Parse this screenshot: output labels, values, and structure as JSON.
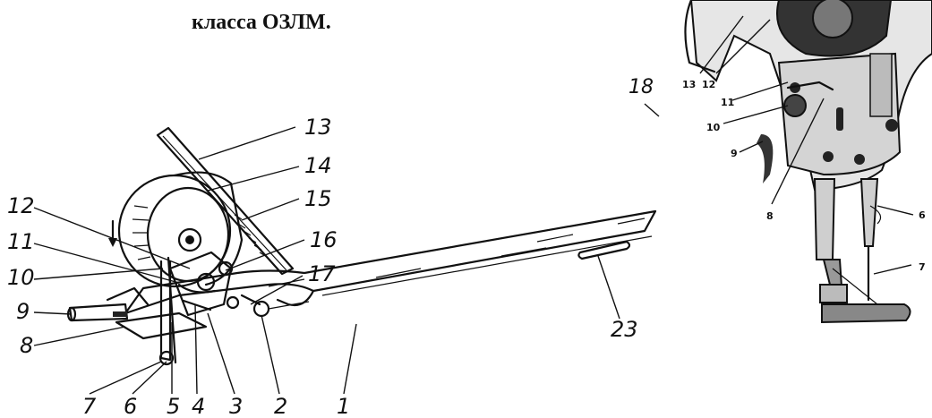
{
  "title": "класса ОЗЛМ.",
  "left_figure": {
    "labels": [
      "1",
      "2",
      "3",
      "4",
      "5",
      "6",
      "7",
      "8",
      "9",
      "10",
      "11",
      "12",
      "13",
      "14",
      "15",
      "16",
      "17",
      "23"
    ]
  },
  "right_figure": {
    "labels": [
      "6",
      "7",
      "8",
      "9",
      "10",
      "11",
      "12",
      "13",
      "18"
    ]
  }
}
